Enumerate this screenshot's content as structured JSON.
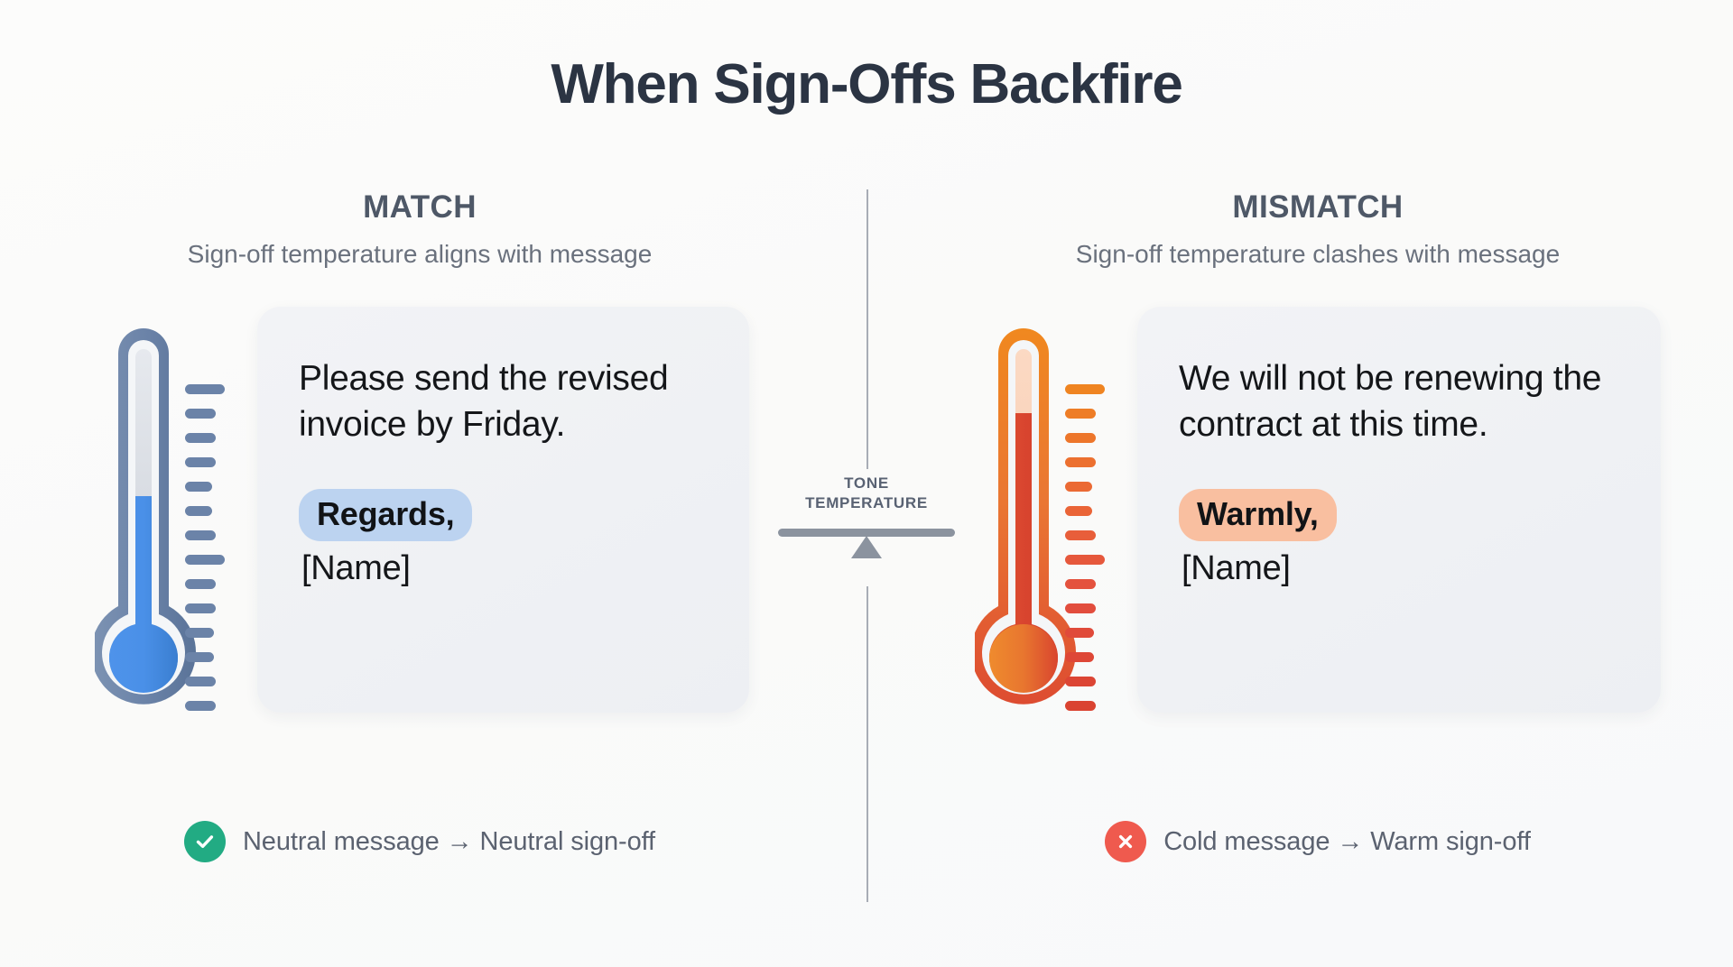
{
  "title": "When Sign-Offs Backfire",
  "center": {
    "label_line1": "TONE",
    "label_line2": "TEMPERATURE",
    "scale_icon": "balance-scale-icon"
  },
  "colors": {
    "title": "#2b3443",
    "panel_heading": "#4e5867",
    "panel_sub": "#6a717d",
    "card_bg": "#eff1f4",
    "cool_pill": "#bcd3f0",
    "warm_pill": "#f9bfa0",
    "cool_mercury": "#4a90e8",
    "cool_casing": "#6b83a8",
    "warm_mercury": "#d9452f",
    "warm_casing": "#ef8421",
    "success": "#22ab83",
    "error": "#ef5a4e",
    "divider": "#a8adb6"
  },
  "panels": [
    {
      "id": "match",
      "heading": "MATCH",
      "subtitle": "Sign-off temperature aligns with message",
      "thermometer": {
        "name": "cold-thermometer",
        "tone": "cool",
        "fill_percent": 46,
        "tick_count": 15
      },
      "message": "Please send the revised invoice by Friday.",
      "signoff": "Regards,",
      "signoff_name": "[Name]",
      "verdict": {
        "icon": "check-circle-icon",
        "status": "success",
        "text": "Neutral message → Neutral sign-off"
      }
    },
    {
      "id": "mismatch",
      "heading": "MISMATCH",
      "subtitle": "Sign-off temperature clashes with message",
      "thermometer": {
        "name": "hot-thermometer",
        "tone": "warm",
        "fill_percent": 78,
        "tick_count": 15
      },
      "message": "We will not be renewing the contract at this time.",
      "signoff": "Warmly,",
      "signoff_name": "[Name]",
      "verdict": {
        "icon": "x-circle-icon",
        "status": "error",
        "text": "Cold message → Warm sign-off"
      }
    }
  ]
}
